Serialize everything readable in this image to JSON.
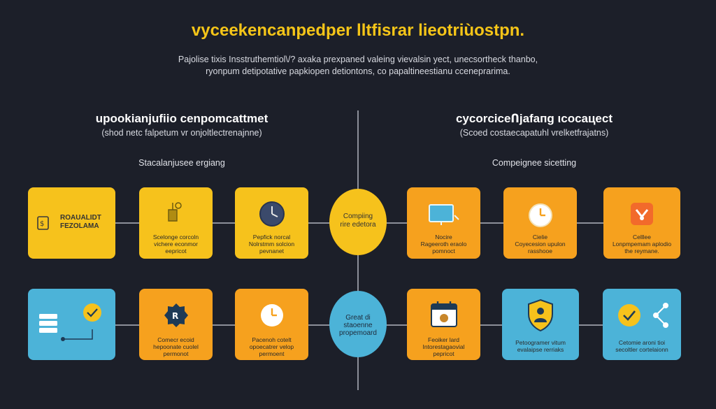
{
  "header": {
    "title": "vyceekencanpedper lltfisrar lieotriùostpn.",
    "subtitle_line1": "Pajolise tixis Insstruthemtiol\\/? axaka prexpaned valeing vievalsin yect, unecsortheck thanbo,",
    "subtitle_line2": "ryonpum detipotative papkiopen detiontons, co papaltineestianu cceneprarima."
  },
  "left": {
    "heading": "upookianjufiio cenpomcattmet",
    "subheading": "(shod netc falpetum vr onjoltlectrenajnne)",
    "section_label": "Stacalanjusee ergiang"
  },
  "right": {
    "heading": "cycorciceՈjafaпg ιcocaцect",
    "subheading": "(Scoed costaecapatuhl vrelketfrajatns)",
    "section_label": "Compeignee sicetting"
  },
  "center": {
    "top_circle": "Compiing\nrire edetora",
    "bottom_circle": "Great di\nstaoenne\npropemoard"
  },
  "row1": [
    {
      "icon": "document-icon",
      "title": "ROAUALIDT\nFEZOLAMA",
      "text": ""
    },
    {
      "icon": "pen-tool-icon",
      "title": "",
      "text": "Scelonge corcoln\nvichere econmor\neepricot"
    },
    {
      "icon": "clock-icon",
      "title": "",
      "text": "Pepfick norcal\nNolrstmm solcion\npevnanet"
    },
    {
      "icon": "monitor-icon",
      "title": "",
      "text": "Nocire\nRageeroth eraolo\npomnoct"
    },
    {
      "icon": "clock-icon",
      "title": "",
      "text": "Cielie\nCoyecesion upulon\nrasshooe"
    },
    {
      "icon": "tools-icon",
      "title": "",
      "text": "Celllee\nLonpmpemam aplodio\nthe reymane."
    }
  ],
  "row2": [
    {
      "icon": "database-check-icon",
      "title": "",
      "text": ""
    },
    {
      "icon": "badge-icon",
      "title": "",
      "text": "Comecr ecoid\nhepoonate cuolel\npermonot"
    },
    {
      "icon": "clock-icon",
      "title": "",
      "text": "Pacenoh cotelt\nopoecatrer velop\npermoent"
    },
    {
      "icon": "calendar-icon",
      "title": "",
      "text": "Feoiker lard\nIntorestagaovial\npepricot"
    },
    {
      "icon": "shield-user-icon",
      "title": "",
      "text": "Petoogramer vitum\nevalaipse rerriaks"
    },
    {
      "icon": "check-share-icon",
      "title": "",
      "text": "Cetomie aroni tioi\nsecoltler cortelaionn"
    }
  ],
  "colors": {
    "background": "#1c1f29",
    "yellow": "#f6c21c",
    "orange": "#f6a11e",
    "blue": "#4cb3d8",
    "title": "#f5c518"
  }
}
